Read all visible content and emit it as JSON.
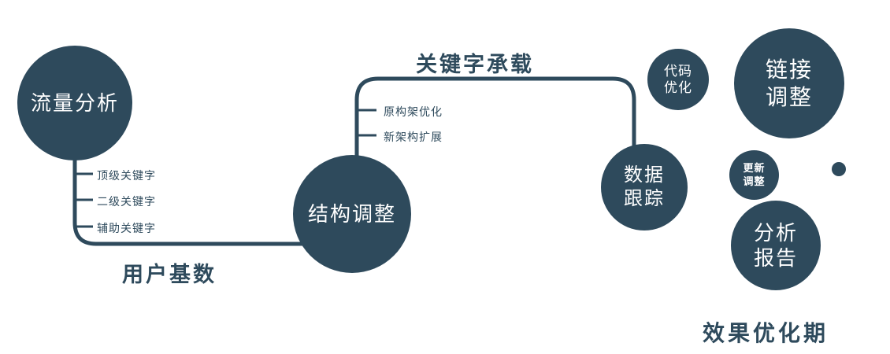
{
  "colors": {
    "ink": "#2e4a5c",
    "node_fill": "#2e4a5c",
    "node_text": "#ffffff",
    "background": "#ffffff"
  },
  "nodes": {
    "traffic_analysis": {
      "label": "流量分析"
    },
    "structure_adjustment": {
      "label": "结构调整"
    },
    "data_tracking": {
      "line1": "数据",
      "line2": "跟踪"
    },
    "code_optimization": {
      "line1": "代码",
      "line2": "优化"
    },
    "link_adjustment": {
      "line1": "链接",
      "line2": "调整"
    },
    "update_adjustment": {
      "line1": "更新",
      "line2": "调整"
    },
    "analysis_report": {
      "line1": "分析",
      "line2": "报告"
    }
  },
  "edge_labels": {
    "user_base": "用户基数",
    "keyword_carry": "关键字承载"
  },
  "branches": {
    "left": [
      "顶级关键字",
      "二级关键字",
      "辅助关键字"
    ],
    "top": [
      "原构架优化",
      "新架构扩展"
    ]
  },
  "footer": {
    "phase": "效果优化期"
  }
}
